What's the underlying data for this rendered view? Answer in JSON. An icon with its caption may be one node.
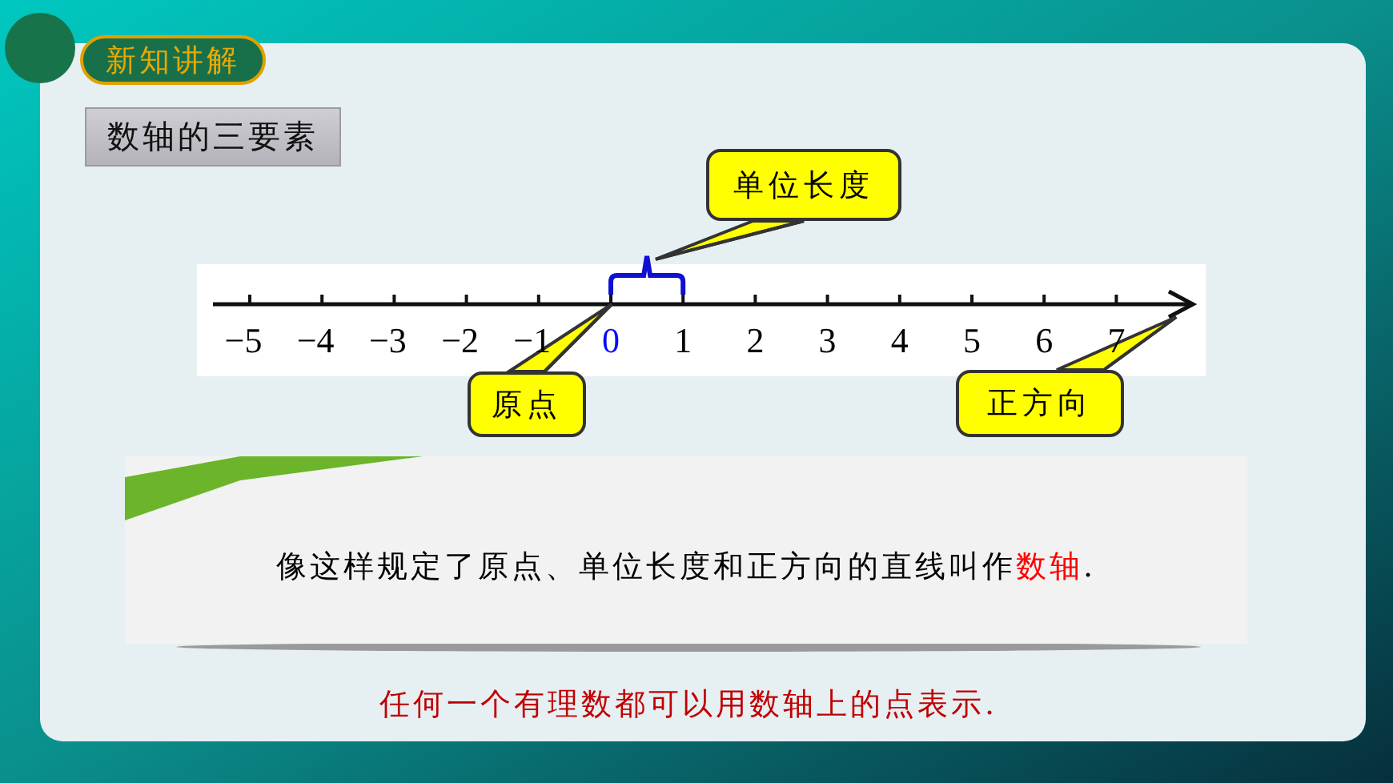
{
  "diagram": {
    "nodes": [
      {
        "text": [
          "新知讲解"
        ]
      },
      {
        "text": [
          "数轴的三要素"
        ]
      },
      {
        "text": [
          "单位长度"
        ]
      },
      {
        "text": [
          "原点"
        ]
      },
      {
        "text": [
          "正方向"
        ]
      },
      {
        "text": [
          "像这样规定了原点、单位长度和正方向的直线叫作**数轴**."
        ]
      },
      {
        "text": [],
        "shape": "bracket"
      },
      {
        "text": [],
        "shape": "arrow"
      }
    ],
    "edges": [
      {
        "from": 2,
        "to": 6,
        "arrow": "none"
      },
      {
        "from": 3,
        "to": 7,
        "arrow": "none"
      },
      {
        "from": 4,
        "to": 7,
        "arrow": "none"
      }
    ],
    "labels": [
      "−5",
      "−4",
      "−3",
      "−2",
      "−1",
      "0",
      "1",
      "2",
      "3",
      "4",
      "5",
      "6",
      "7",
      "任何一个有理数都可以用数轴上的点表示."
    ]
  }
}
